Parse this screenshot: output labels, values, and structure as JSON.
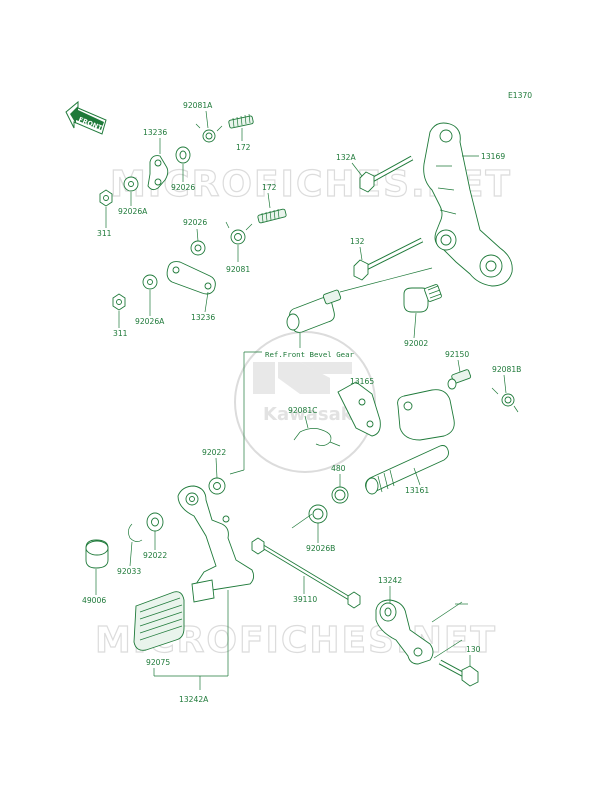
{
  "diagram_code": "E1370",
  "front_label": "FRONT",
  "reference_note": "Ref.Front Bevel Gear",
  "watermark": {
    "text": "MICROFICHES.NET",
    "logo_text": "Kawasaki"
  },
  "colors": {
    "line": "#1f7a3a",
    "watermark": "#dcdcdc"
  },
  "labels": {
    "p92081A": "92081A",
    "p172a": "172",
    "p13236a": "13236",
    "p92026a": "92026",
    "p92026Aa": "92026A",
    "p311a": "311",
    "p132A": "132A",
    "p13169": "13169",
    "p172b": "172",
    "p92026b": "92026",
    "p92081": "92081",
    "p132": "132",
    "p311b": "311",
    "p92026Ab": "92026A",
    "p13236b": "13236",
    "p92002": "92002",
    "p92150": "92150",
    "p92081B": "92081B",
    "p13165": "13165",
    "p92081C": "92081C",
    "p92022a": "92022",
    "p480": "480",
    "p13161": "13161",
    "p92026B": "92026B",
    "p92022b": "92022",
    "p92033": "92033",
    "p49006": "49006",
    "p39110": "39110",
    "p13242": "13242",
    "p130": "130",
    "p92075": "92075",
    "p13242A": "13242A"
  }
}
